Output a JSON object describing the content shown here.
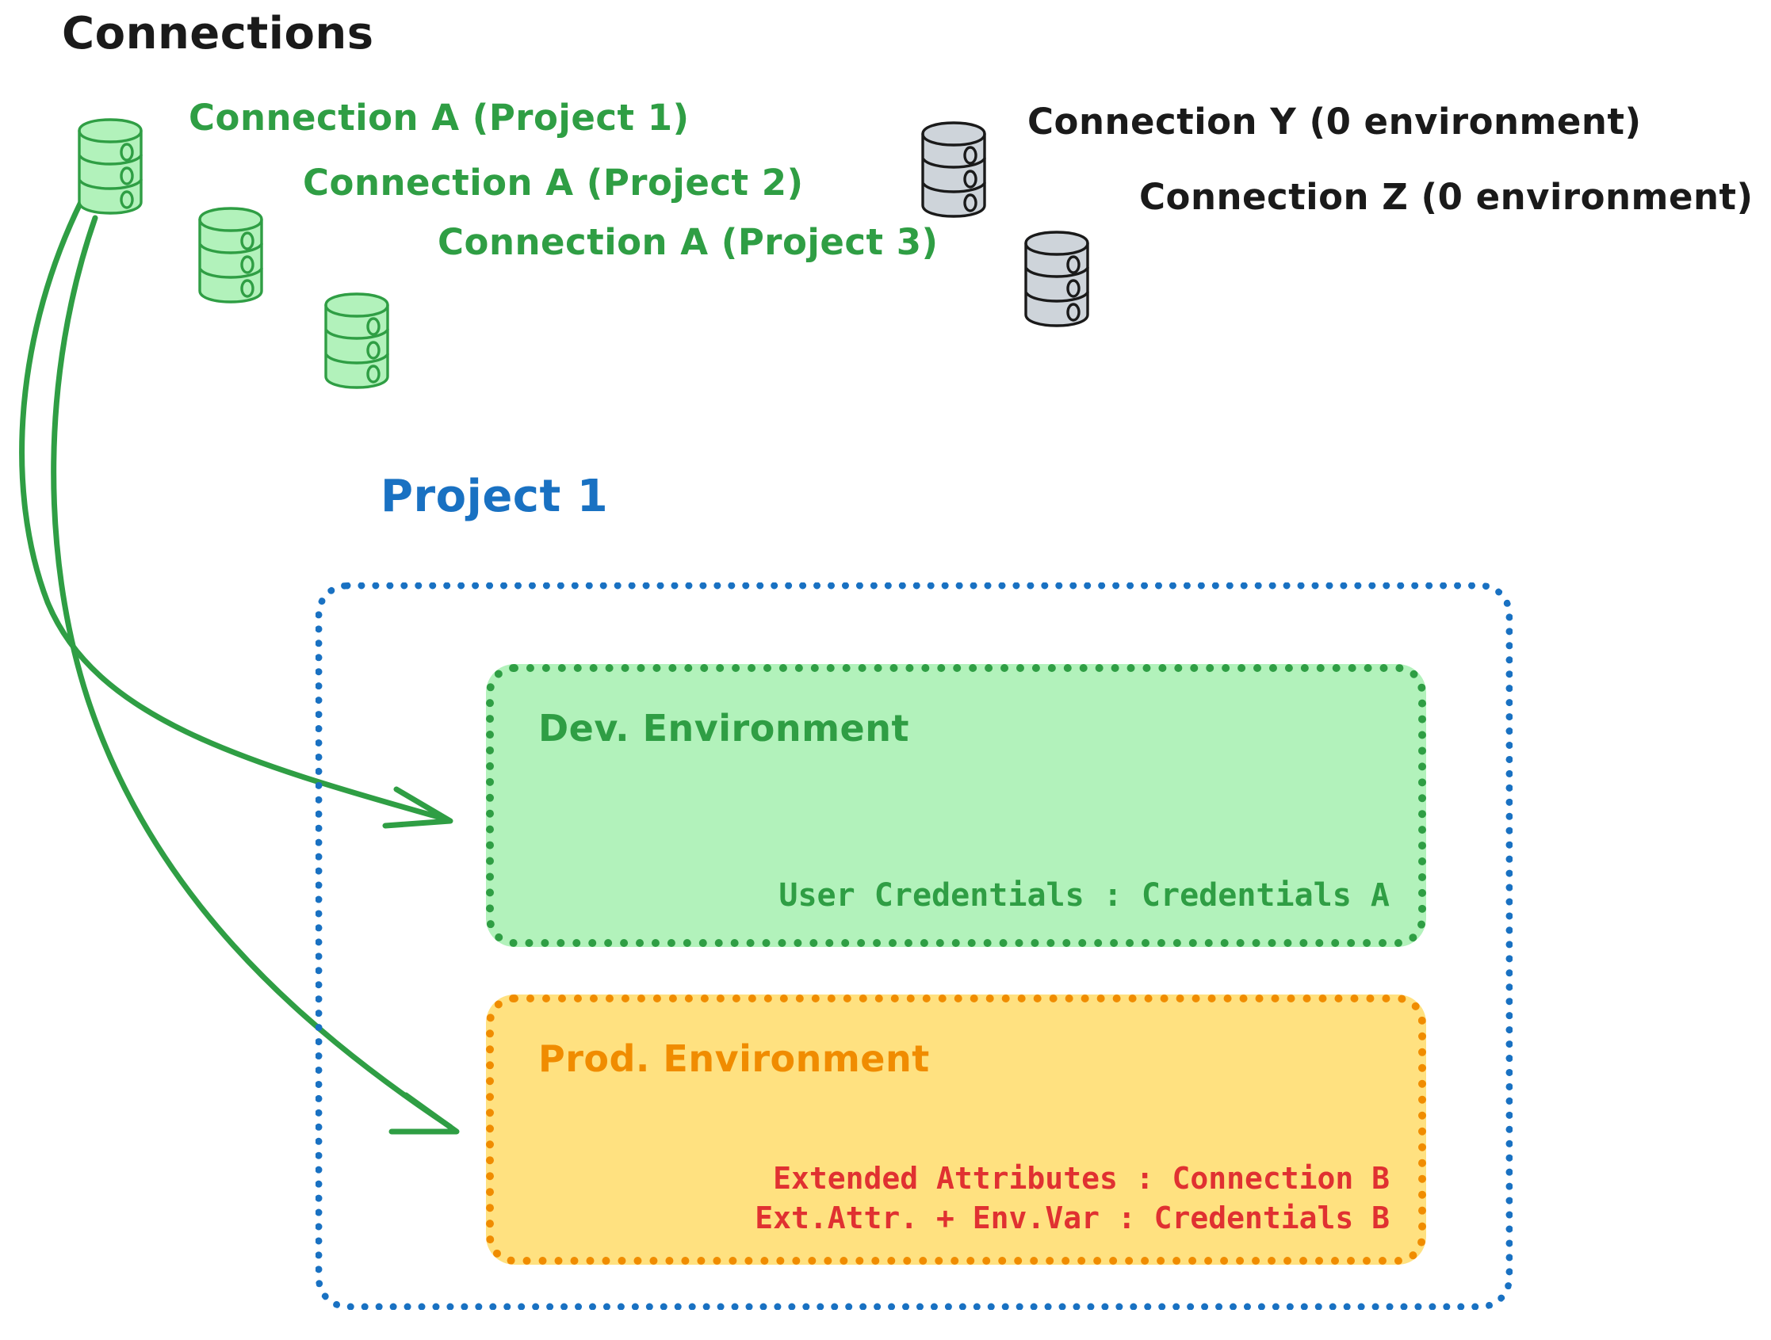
{
  "diagram": {
    "title": "Connections",
    "title_color": "#1a1a1a",
    "background": "#ffffff"
  },
  "connections": [
    {
      "id": "connection-a-project-1",
      "label": "Connection A (Project 1)",
      "icon": "database-cylinder-icon",
      "color": "#2f9e44",
      "fill": "#b2f2bb"
    },
    {
      "id": "connection-a-project-2",
      "label": "Connection A (Project 2)",
      "icon": "database-cylinder-icon",
      "color": "#2f9e44",
      "fill": "#b2f2bb"
    },
    {
      "id": "connection-a-project-3",
      "label": "Connection A (Project 3)",
      "icon": "database-cylinder-icon",
      "color": "#2f9e44",
      "fill": "#b2f2bb"
    },
    {
      "id": "connection-y",
      "label": "Connection Y (0 environment)",
      "icon": "database-cylinder-icon",
      "color": "#1a1a1a",
      "fill": "#ced4da"
    },
    {
      "id": "connection-z",
      "label": "Connection Z (0 environment)",
      "icon": "database-cylinder-icon",
      "color": "#1a1a1a",
      "fill": "#ced4da"
    }
  ],
  "project": {
    "title": "Project 1",
    "border_color": "#1971c2",
    "environments": [
      {
        "id": "dev-environment",
        "title": "Dev. Environment",
        "fill": "#b2f2bb",
        "border_color": "#2f9e44",
        "text_color": "#2f9e44",
        "lines": [
          "User Credentials : Credentials A"
        ]
      },
      {
        "id": "prod-environment",
        "title": "Prod. Environment",
        "fill": "#ffe180",
        "border_color": "#f08c00",
        "text_color": "#e03131",
        "lines": [
          "Extended Attributes : Connection B",
          "Ext.Attr. + Env.Var : Credentials B"
        ]
      }
    ]
  },
  "arrows": [
    {
      "id": "arrow-connection-a-to-dev",
      "from": "connection-a-project-1",
      "to": "dev-environment",
      "color": "#2f9e44"
    },
    {
      "id": "arrow-connection-a-to-prod",
      "from": "connection-a-project-1",
      "to": "prod-environment",
      "color": "#2f9e44"
    }
  ]
}
